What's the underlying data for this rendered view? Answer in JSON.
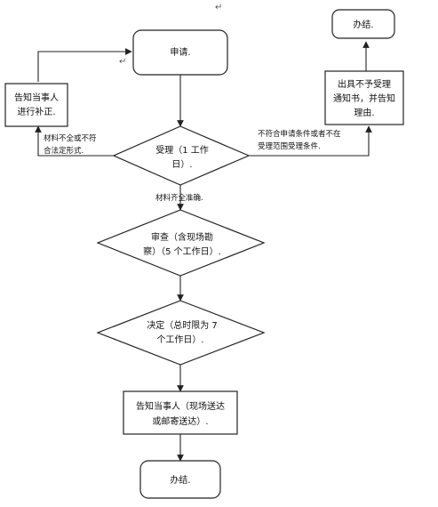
{
  "top_mark": "↵",
  "nodes": {
    "apply": "申请.",
    "done_top": "办结.",
    "notify_supplement": [
      "告知当事人",
      "进行补正."
    ],
    "reject_notice": [
      "出具不予受理",
      "通知书，并告知",
      "理由."
    ],
    "accept": [
      "受理（1 工作",
      "日）."
    ],
    "review": [
      "审查（含现场勘",
      "察）（5 个工作日）."
    ],
    "decide": [
      "决定（总时限为 7",
      "个工作日）."
    ],
    "notify_deliver": [
      "告知当事人（现场送达",
      "或邮寄送达）."
    ],
    "done_bottom": "办结."
  },
  "edges": {
    "incomplete": [
      "材料不全或不符",
      "合法定形式."
    ],
    "not_qualified": [
      "不符合申请条件或者不在",
      "受理范围受理条件."
    ],
    "complete": "材料齐全准确."
  }
}
